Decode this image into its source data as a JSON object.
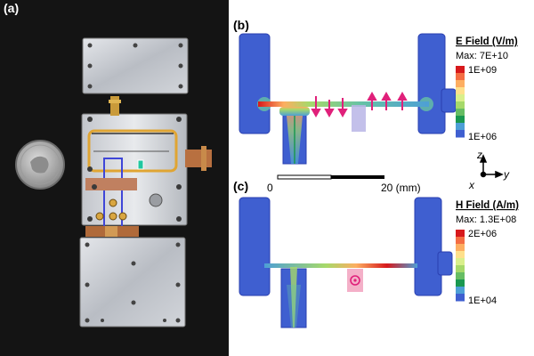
{
  "panels": {
    "a": {
      "label": "(a)"
    },
    "b": {
      "label": "(b)",
      "legend_title": "E Field (V/m)",
      "max_text": "Max: 7E+10",
      "top_value": "1E+09",
      "bottom_value": "1E+06"
    },
    "c": {
      "label": "(c)",
      "legend_title": "H Field (A/m)",
      "max_text": "Max: 1.3E+08",
      "top_value": "2E+06",
      "bottom_value": "1E+04"
    }
  },
  "scale_bar": {
    "start": "0",
    "end": "20 (mm)"
  },
  "axes": {
    "z": "z",
    "y": "y",
    "x": "x"
  },
  "colors": {
    "background": "#ffffff",
    "field_blue": "#3f5fd0",
    "field_dark": "#2a3fb0",
    "arrow": "#e0207a",
    "photo_bg": "#1a1a1a",
    "gold": "#d8a23a",
    "copper": "#c9783a"
  },
  "colorbar": [
    "#d7191c",
    "#f46d43",
    "#fdae61",
    "#fee08b",
    "#d9ef8b",
    "#a6d96a",
    "#66bd63",
    "#1a9850",
    "#4d9fd6",
    "#3f5fd0"
  ]
}
